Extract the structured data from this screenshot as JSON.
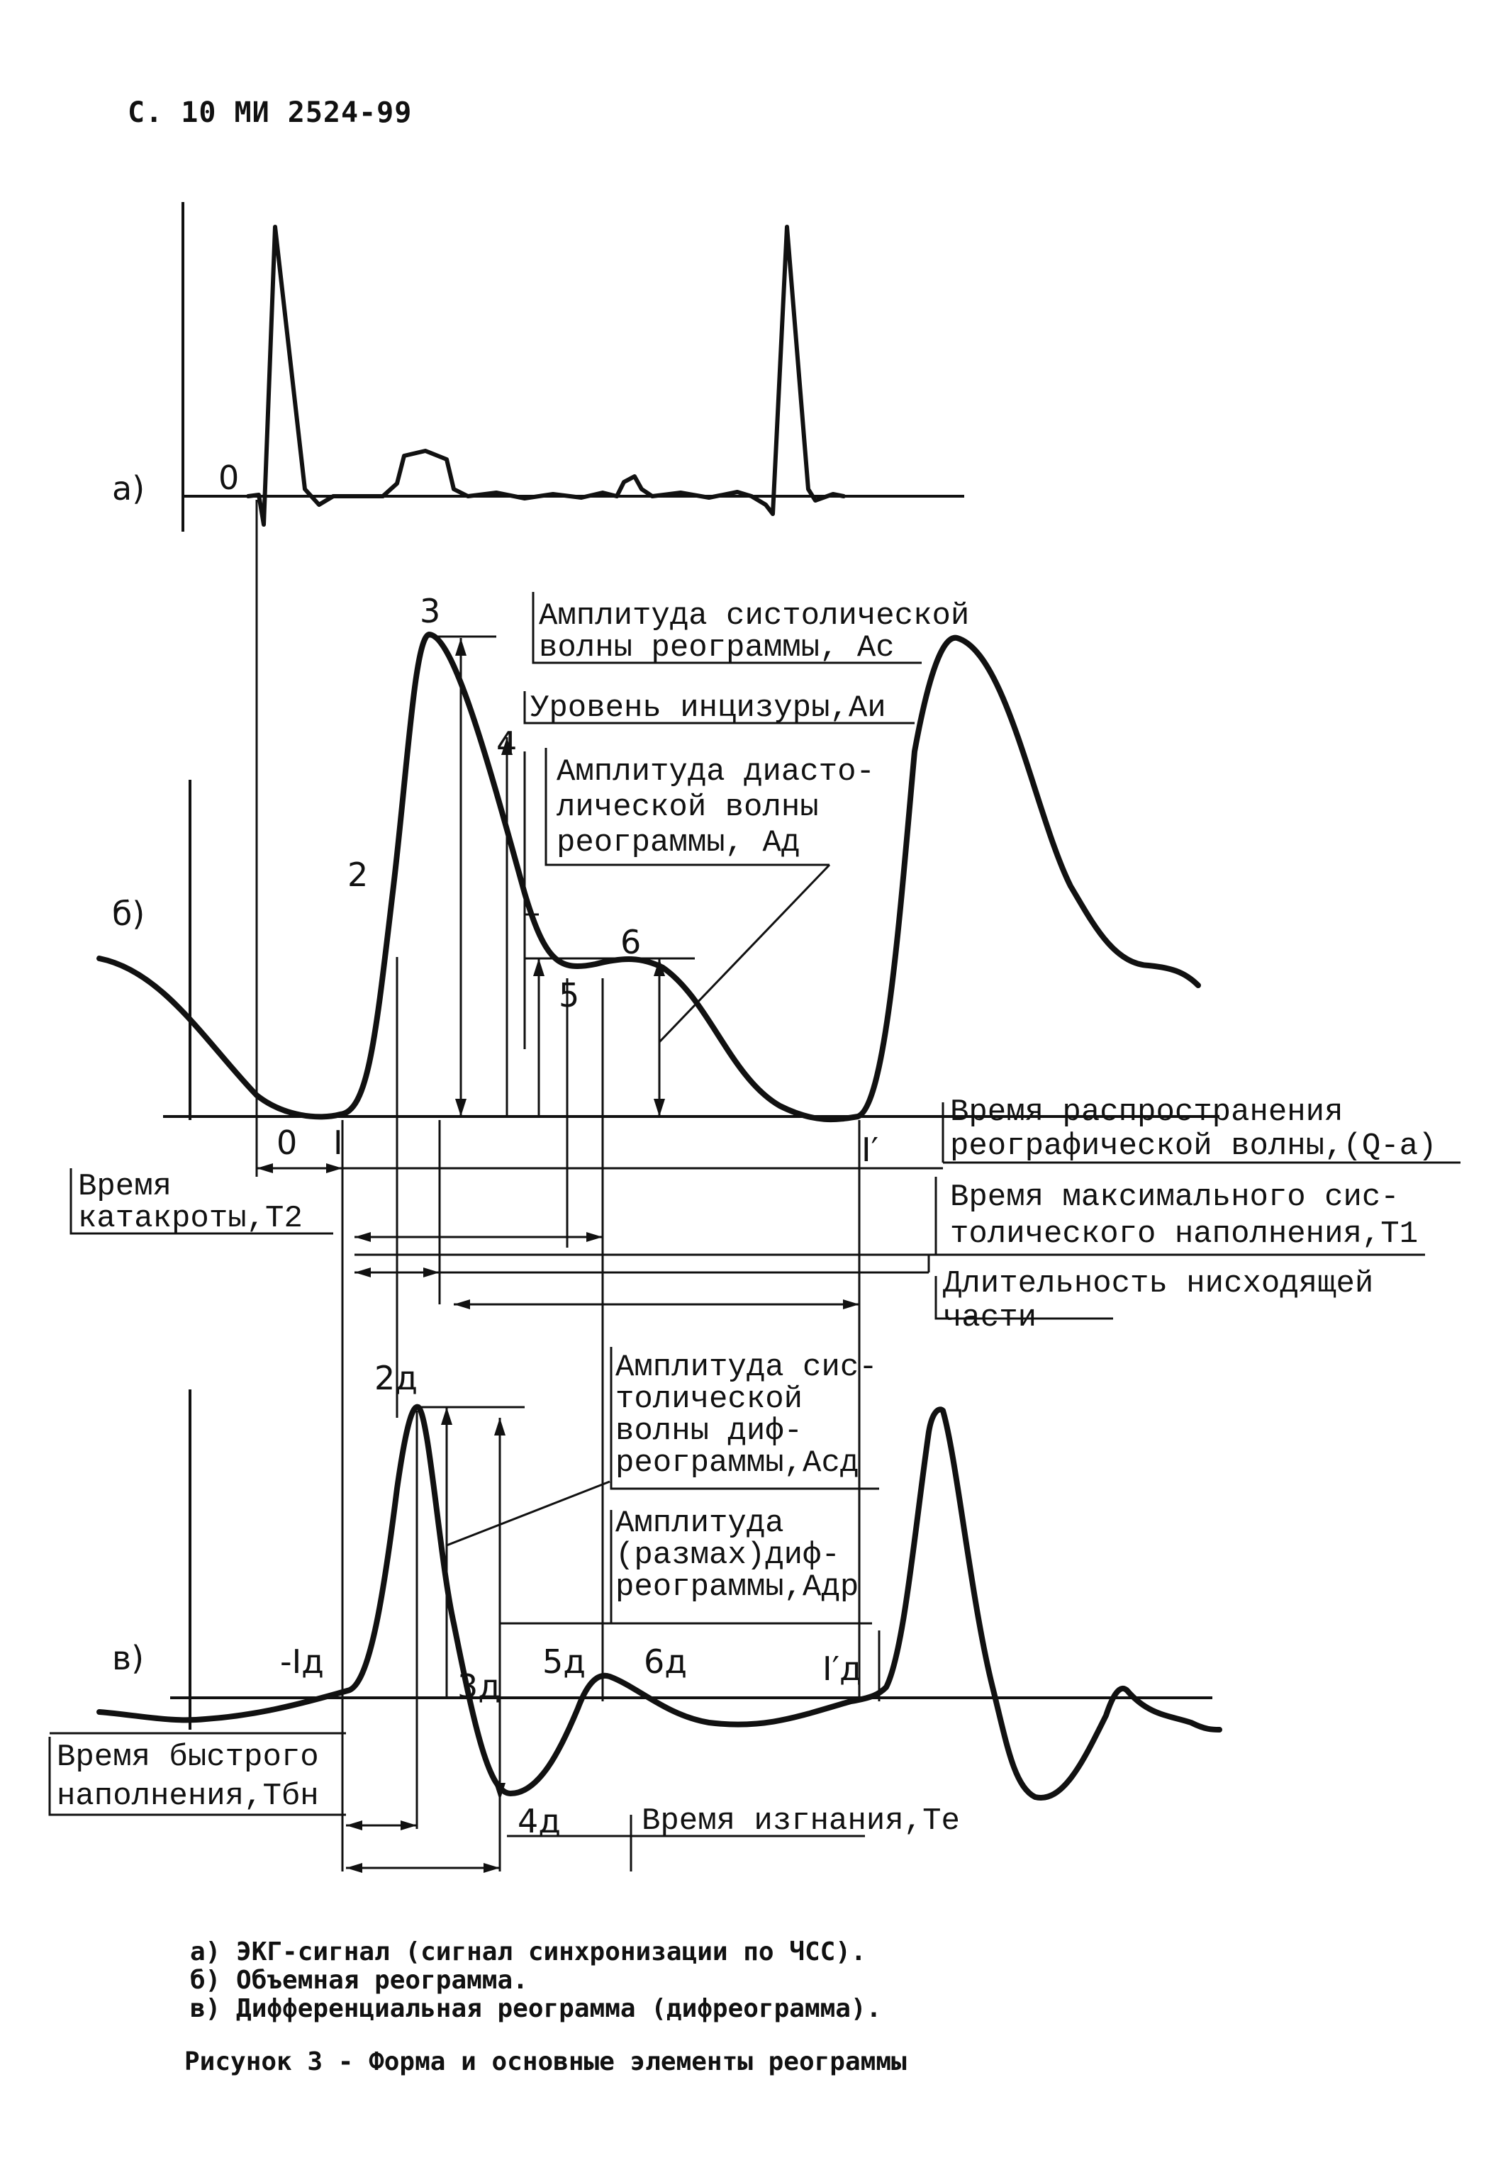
{
  "header": {
    "text": "С. 10  МИ 2524-99"
  },
  "panels": {
    "a": {
      "label": "а)",
      "zero": "0"
    },
    "b": {
      "label": "б)"
    },
    "v": {
      "label": "в)"
    }
  },
  "points_b": {
    "p0": "0",
    "p1": "I",
    "p1p": "I′",
    "p2": "2",
    "p3": "3",
    "p4": "4",
    "p5": "5",
    "p6": "6"
  },
  "points_v": {
    "p1": "-Iд",
    "p1p": "I′д",
    "p2": "2д",
    "p3": "3д",
    "p4": "4д",
    "p5": "5д",
    "p6": "6д"
  },
  "annotations": {
    "ac": [
      "Амплитуда систолической",
      "волны реограммы, Ас"
    ],
    "ai": [
      "Уровень инцизуры,Аи"
    ],
    "ad": [
      "Амплитуда диасто-",
      "лической волны",
      "реограммы, Ад"
    ],
    "prop": [
      "Время распространения",
      "реографической волны,(Q-a)"
    ],
    "t2": [
      "Время",
      "катакроты,Т2"
    ],
    "t1": [
      "Время максимального сис-",
      "толического наполнения,Т1"
    ],
    "desc": [
      "Длительность нисходящей",
      "части"
    ],
    "acd": [
      "Амплитуда сис-",
      "толической",
      "волны диф-",
      "реограммы,Асд"
    ],
    "adr": [
      "Амплитуда",
      "(размах)диф-",
      "реограммы,Адр"
    ],
    "tbn": [
      "Время быстрого",
      "наполнения,Тбн"
    ],
    "te": [
      "Время изгнания,Те"
    ]
  },
  "captions": {
    "lines": [
      "а) ЭКГ-сигнал (сигнал синхронизации по ЧСС).",
      "б) Объемная реограмма.",
      "в) Дифференциальная реограмма (дифреограмма)."
    ],
    "figure": "Рисунок 3 - Форма и основные элементы реограммы"
  }
}
